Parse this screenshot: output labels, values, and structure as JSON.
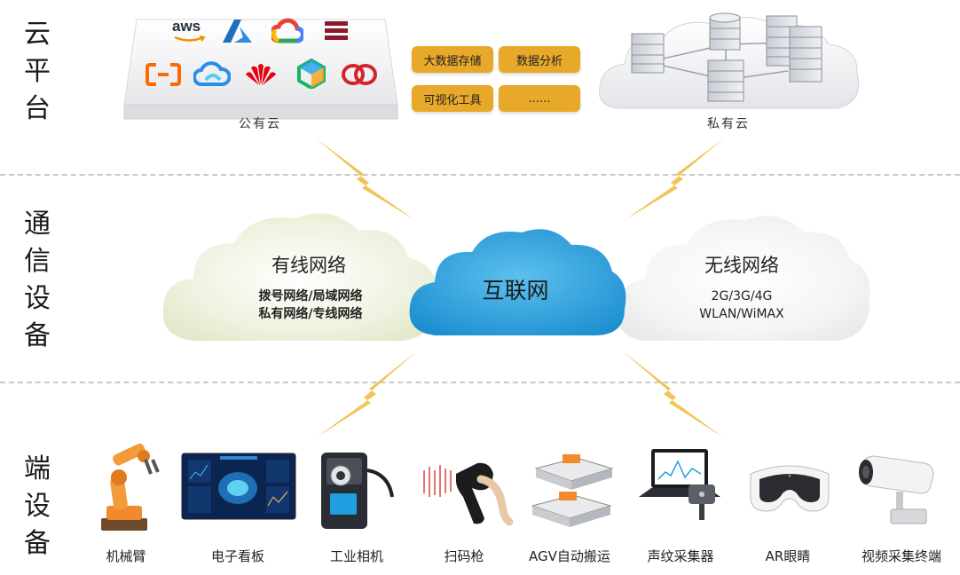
{
  "layers": {
    "cloud": "云平台",
    "network": "通信设备",
    "terminal": "端设备"
  },
  "public_cloud": {
    "caption": "公有云",
    "logos": [
      "aws-logo",
      "azure-logo",
      "google-cloud-logo",
      "oracle-logo",
      "alibaba-cloud-logo",
      "tencent-cloud-logo",
      "huawei-cloud-logo",
      "jd-cloud-logo",
      "ucloud-logo"
    ],
    "aws_text": "aws"
  },
  "services": [
    "大数据存储",
    "数据分析",
    "可视化工具",
    "......"
  ],
  "private_cloud": {
    "caption": "私有云"
  },
  "wired": {
    "title": "有线网络",
    "line1": "拨号网络/局域网络",
    "line2": "私有网络/专线网络"
  },
  "internet": {
    "title": "互联网"
  },
  "wireless": {
    "title": "无线网络",
    "line1": "2G/3G/4G",
    "line2": "WLAN/WiMAX"
  },
  "devices": [
    {
      "label": "机械臂"
    },
    {
      "label": "电子看板"
    },
    {
      "label": "工业相机"
    },
    {
      "label": "扫码枪"
    },
    {
      "label": "AGV自动搬运"
    },
    {
      "label": "声纹采集器"
    },
    {
      "label": "AR眼睛"
    },
    {
      "label": "视频采集终端"
    }
  ],
  "colors": {
    "tile": "#e8a82a",
    "internet_cloud": "#2a9fd8",
    "wired_cloud": "#eef2e0",
    "wireless_cloud": "#f3f4f3",
    "lightning": "#f3c45a"
  }
}
